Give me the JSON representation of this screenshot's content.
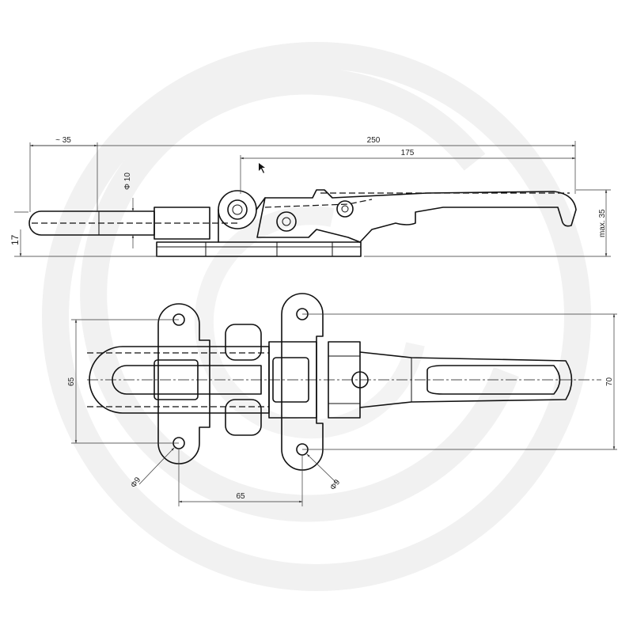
{
  "drawing": {
    "watermark_icon": "circular-logo-watermark",
    "line_color": "#111111",
    "watermark_color": "#f0f0f0"
  },
  "side_view": {
    "dim_overall_length": "250",
    "dim_handle_length": "175",
    "dim_pin_extension": "~ 35",
    "dim_pin_diameter": "Φ 10",
    "dim_max_height": "max. 35",
    "dim_base_height": "17"
  },
  "top_view": {
    "dim_hole_spacing_vertical": "65",
    "dim_overall_width": "70",
    "dim_hole_spacing_horizontal": "65",
    "dim_hole_diameter_left": "Φ9",
    "dim_hole_diameter_right": "Φ9"
  }
}
